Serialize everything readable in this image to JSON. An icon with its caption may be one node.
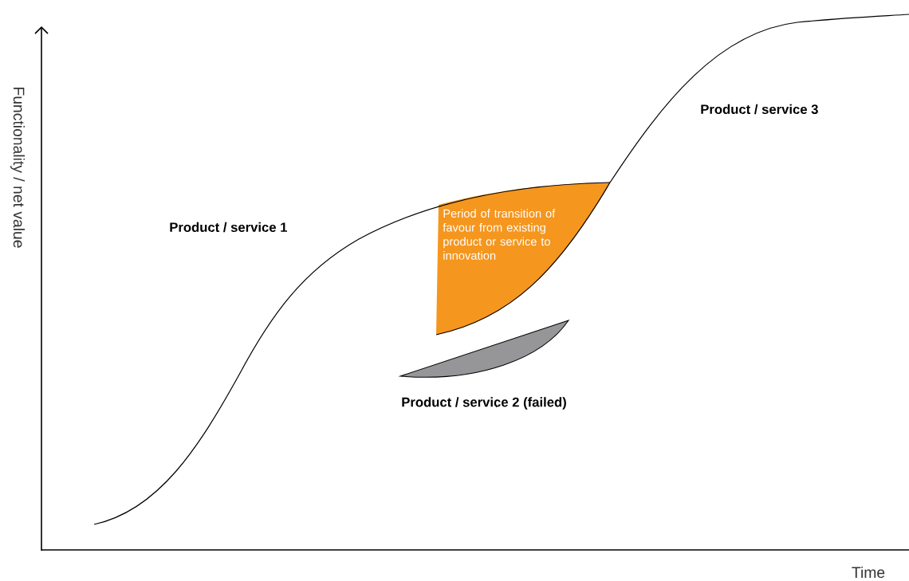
{
  "diagram": {
    "nodes": [
      {
        "text": [
          "Period of transition of favour from existing product or service to innovation"
        ]
      }
    ],
    "labels": [
      "Product / service 1",
      "Product / service 3",
      "Product / service 2 (failed)",
      "Functionality / net value",
      "Time"
    ]
  }
}
